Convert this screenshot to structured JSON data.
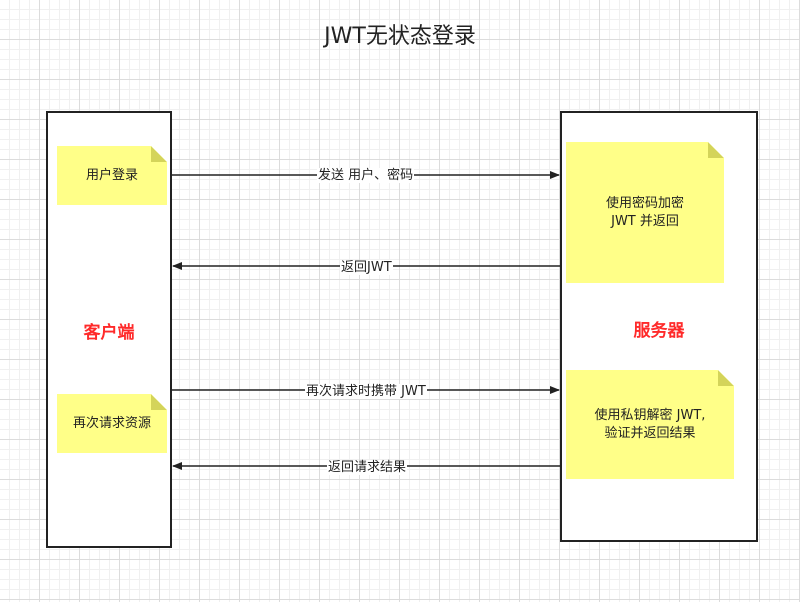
{
  "title": "JWT无状态登录",
  "actors": {
    "client": "客户端",
    "server": "服务器"
  },
  "notes": {
    "client_login": "用户登录",
    "client_request": "再次请求资源",
    "server_sign": "使用密码加密\nJWT 并返回",
    "server_verify": "使用私钥解密 JWT,\n验证并返回结果"
  },
  "messages": {
    "send_credentials": "发送 用户、密码",
    "return_jwt": "返回JWT",
    "request_with_jwt": "再次请求时携带 JWT",
    "return_result": "返回请求结果"
  },
  "colors": {
    "actor_label": "#ff2a2a",
    "note_fill": "#ffff88",
    "line": "#222222"
  }
}
